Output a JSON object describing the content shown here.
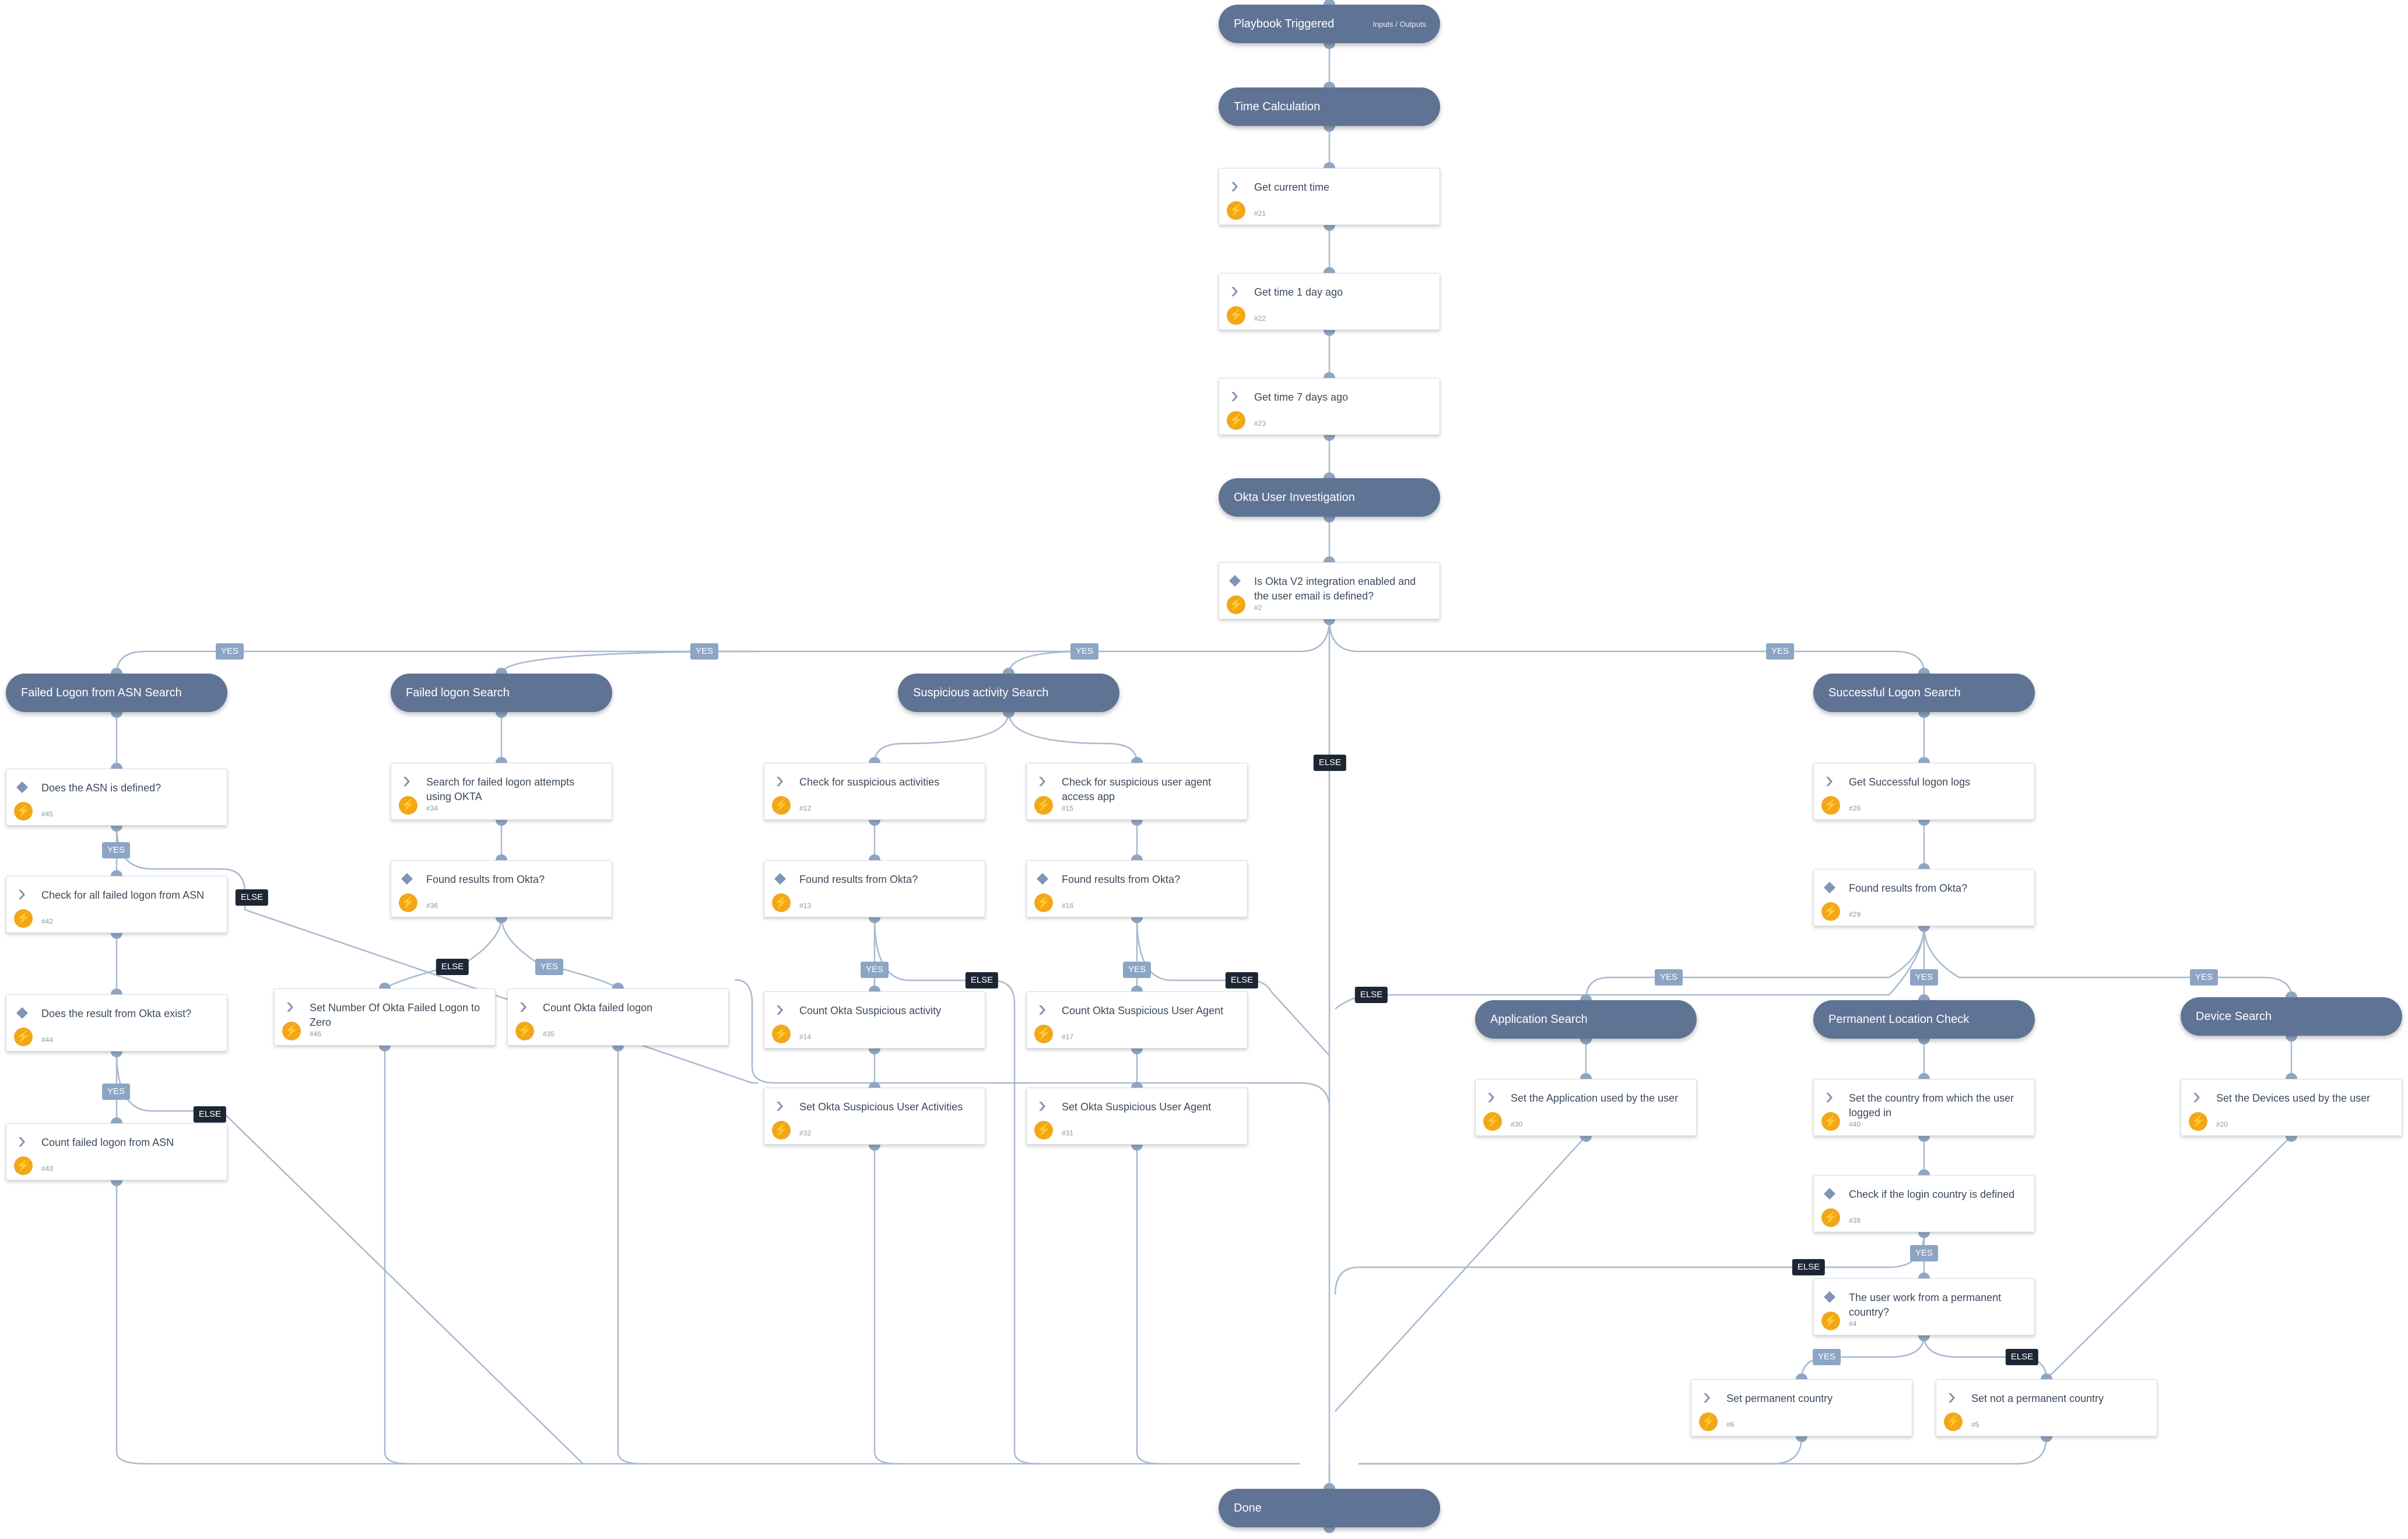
{
  "header": {
    "start_title": "Playbook Triggered",
    "io_link": "Inputs / Outputs"
  },
  "colors": {
    "section": "#5f7394",
    "edge": "#a8b9cf",
    "yes_label": "#8ca5c4",
    "else_label": "#1d2634",
    "bolt": "#f2a71b"
  },
  "sections": [
    {
      "id": "start",
      "title": "Playbook Triggered"
    },
    {
      "id": "time",
      "title": "Time Calculation"
    },
    {
      "id": "okta",
      "title": "Okta User Investigation"
    },
    {
      "id": "asn",
      "title": "Failed Logon from ASN Search"
    },
    {
      "id": "failed",
      "title": "Failed logon Search"
    },
    {
      "id": "susp",
      "title": "Suspicious activity Search"
    },
    {
      "id": "success",
      "title": "Successful Logon Search"
    },
    {
      "id": "app",
      "title": "Application Search"
    },
    {
      "id": "perm",
      "title": "Permanent Location Check"
    },
    {
      "id": "device",
      "title": "Device Search"
    },
    {
      "id": "done",
      "title": "Done"
    }
  ],
  "tasks": [
    {
      "id": "t21",
      "title": "Get current time",
      "num": "#21",
      "kind": "action"
    },
    {
      "id": "t22",
      "title": "Get time 1 day ago",
      "num": "#22",
      "kind": "action"
    },
    {
      "id": "t23",
      "title": "Get time 7 days ago",
      "num": "#23",
      "kind": "action"
    },
    {
      "id": "t2",
      "title": "Is Okta V2 integration enabled and the user email is defined?",
      "num": "#2",
      "kind": "condition"
    },
    {
      "id": "t45",
      "title": "Does the ASN is defined?",
      "num": "#45",
      "kind": "condition"
    },
    {
      "id": "t42",
      "title": "Check for all failed logon from ASN",
      "num": "#42",
      "kind": "action"
    },
    {
      "id": "t44",
      "title": "Does the result from Okta exist?",
      "num": "#44",
      "kind": "condition"
    },
    {
      "id": "t43",
      "title": "Count failed logon from ASN",
      "num": "#43",
      "kind": "action"
    },
    {
      "id": "t34",
      "title": "Search for failed logon attempts using OKTA",
      "num": "#34",
      "kind": "action"
    },
    {
      "id": "t36",
      "title": "Found results from Okta?",
      "num": "#36",
      "kind": "condition"
    },
    {
      "id": "t46",
      "title": "Set Number Of Okta Failed Logon to Zero",
      "num": "#46",
      "kind": "action"
    },
    {
      "id": "t35",
      "title": "Count Okta failed logon",
      "num": "#35",
      "kind": "action"
    },
    {
      "id": "t12",
      "title": "Check for suspicious activities",
      "num": "#12",
      "kind": "action"
    },
    {
      "id": "t13",
      "title": "Found results from Okta?",
      "num": "#13",
      "kind": "condition"
    },
    {
      "id": "t14",
      "title": "Count Okta Suspicious activity",
      "num": "#14",
      "kind": "action"
    },
    {
      "id": "t32",
      "title": "Set Okta Suspicious User Activities",
      "num": "#32",
      "kind": "action"
    },
    {
      "id": "t15",
      "title": "Check for suspicious user agent access app",
      "num": "#15",
      "kind": "action"
    },
    {
      "id": "t16",
      "title": "Found results from Okta?",
      "num": "#16",
      "kind": "condition"
    },
    {
      "id": "t17",
      "title": "Count Okta Suspicious User Agent",
      "num": "#17",
      "kind": "action"
    },
    {
      "id": "t31",
      "title": "Set Okta Suspicious User Agent",
      "num": "#31",
      "kind": "action"
    },
    {
      "id": "t28",
      "title": "Get Successful logon logs",
      "num": "#28",
      "kind": "action"
    },
    {
      "id": "t29",
      "title": "Found results from Okta?",
      "num": "#29",
      "kind": "condition"
    },
    {
      "id": "t30",
      "title": "Set the Application used by the user",
      "num": "#30",
      "kind": "action"
    },
    {
      "id": "t40",
      "title": "Set the country from which the user logged in",
      "num": "#40",
      "kind": "action"
    },
    {
      "id": "t39",
      "title": "Check if the login country is defined",
      "num": "#39",
      "kind": "condition"
    },
    {
      "id": "t4",
      "title": "The user work from a permanent country?",
      "num": "#4",
      "kind": "condition"
    },
    {
      "id": "t6",
      "title": "Set permanent country",
      "num": "#6",
      "kind": "action"
    },
    {
      "id": "t5",
      "title": "Set not a permanent country",
      "num": "#5",
      "kind": "action"
    },
    {
      "id": "t20",
      "title": "Set the Devices used by the user",
      "num": "#20",
      "kind": "action"
    }
  ],
  "edge_labels": {
    "yes": "YES",
    "else": "ELSE"
  }
}
